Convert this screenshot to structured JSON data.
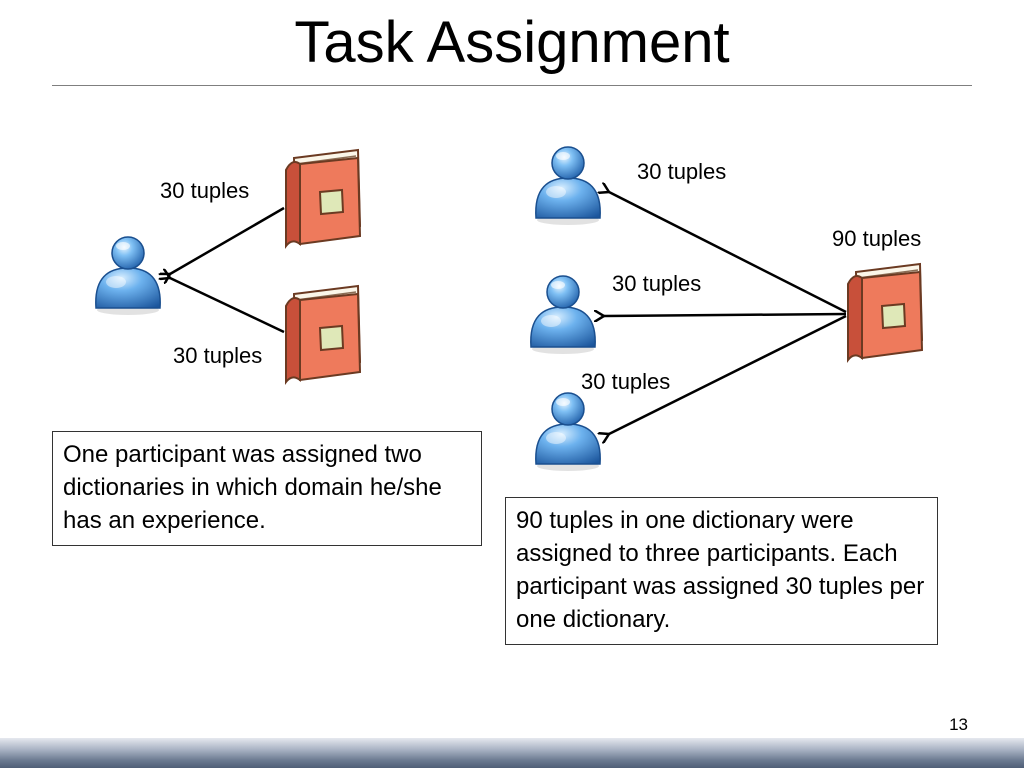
{
  "slide": {
    "title": "Task Assignment",
    "page_number": "13"
  },
  "left_diagram": {
    "label_top": "30 tuples",
    "label_bottom": "30 tuples",
    "caption": "One participant was assigned two dictionaries in which domain he/she has an experience."
  },
  "right_diagram": {
    "label_p1": "30 tuples",
    "label_p2": "30 tuples",
    "label_p3": "30 tuples",
    "label_book": "90 tuples",
    "caption": "90 tuples in one dictionary were assigned to three participants. Each participant was assigned 30 tuples per one dictionary."
  },
  "colors": {
    "book_cover": "#ee7a5c",
    "book_spine": "#c8503a",
    "person_blue": "#3f8fd8",
    "footer_dark": "#4f5e76"
  },
  "icons": [
    "person-icon",
    "book-icon"
  ]
}
